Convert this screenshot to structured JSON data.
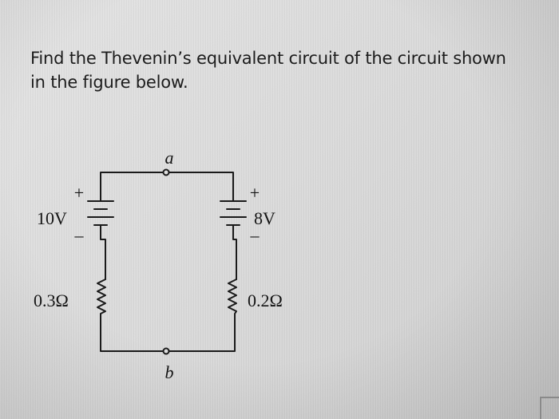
{
  "question": {
    "line1": "Find the Thevenin’s equivalent circuit of the circuit shown",
    "line2": "in the figure below."
  },
  "circuit": {
    "terminal_a": "a",
    "terminal_b": "b",
    "left_source": {
      "label": "10V",
      "plus": "+",
      "minus": "–"
    },
    "right_source": {
      "label": "8V",
      "plus": "+",
      "minus": "–"
    },
    "left_resistor": {
      "label": "0.3Ω"
    },
    "right_resistor": {
      "label": "0.2Ω"
    }
  }
}
